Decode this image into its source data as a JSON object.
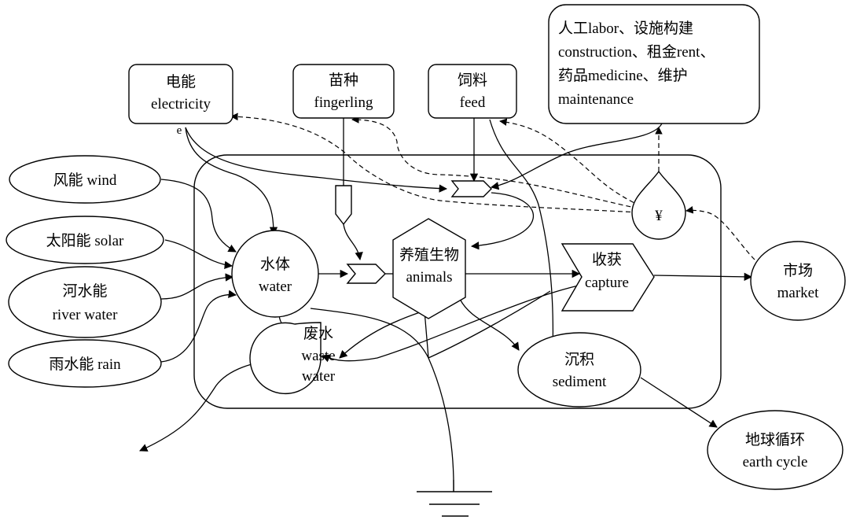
{
  "nodes": {
    "electricity": {
      "line1": "电能",
      "line2": "electricity"
    },
    "fingerling": {
      "line1": "苗种",
      "line2": "fingerling"
    },
    "feed": {
      "line1": "饲料",
      "line2": "feed"
    },
    "inputs": {
      "line1": "人工labor、设施构建",
      "line2": "construction、租金rent、",
      "line3": "药品medicine、维护",
      "line4": "maintenance"
    },
    "wind": {
      "label": "风能 wind"
    },
    "solar": {
      "label": "太阳能 solar"
    },
    "river": {
      "line1": "河水能",
      "line2": "river water"
    },
    "rain": {
      "label": "雨水能 rain"
    },
    "water": {
      "line1": "水体",
      "line2": "water"
    },
    "waste_water": {
      "line1": "废水",
      "line2": "waste",
      "line3": "water"
    },
    "animals": {
      "line1": "养殖生物",
      "line2": "animals"
    },
    "capture": {
      "line1": "收获",
      "line2": "capture"
    },
    "money": {
      "label": "¥"
    },
    "market": {
      "line1": "市场",
      "line2": "market"
    },
    "sediment": {
      "line1": "沉积",
      "line2": "sediment"
    },
    "earth_cycle": {
      "line1": "地球循环",
      "line2": "earth cycle"
    },
    "elec_tag": {
      "label": "e"
    }
  }
}
